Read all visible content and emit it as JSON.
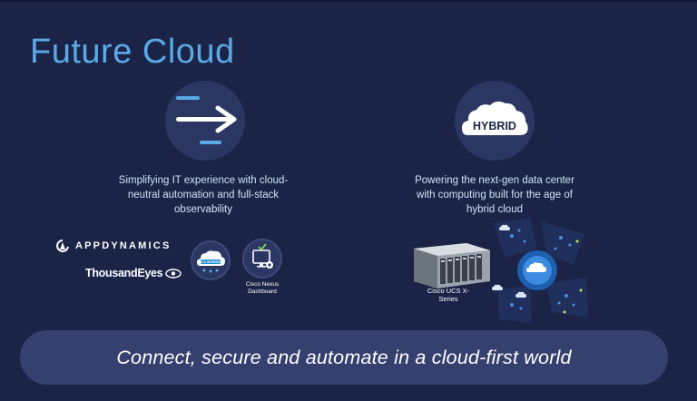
{
  "slide": {
    "title": "Future Cloud",
    "left": {
      "icon": "arrow-transfer-icon",
      "description": "Simplifying IT experience with cloud-neutral automation and full-stack observability",
      "brands": {
        "appdynamics": "APPDYNAMICS",
        "thousandeyes": "ThousandEyes",
        "intersight_badge_text": "CISCO INTERSIGHT",
        "nexus_label": "Cisco Nexus Dashboard"
      }
    },
    "right": {
      "icon_text": "HYBRID",
      "description": "Powering the next-gen data center with computing built for the age of hybrid cloud",
      "ucs_label": "Cisco UCS X-Series"
    },
    "banner": "Connect, secure and automate in a cloud-first world"
  },
  "colors": {
    "background": "#1b2447",
    "title": "#5aa9e6",
    "circle": "#2b3762",
    "banner": "#36406e"
  }
}
